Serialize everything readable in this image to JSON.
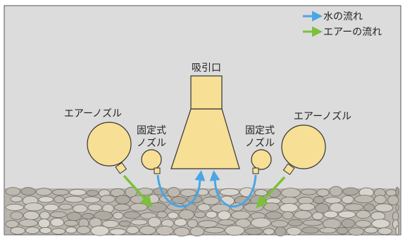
{
  "legend": {
    "water_label": "水の流れ",
    "air_label": "エアーの流れ"
  },
  "labels": {
    "intake": "吸引口",
    "air_nozzle_left": "エアーノズル",
    "air_nozzle_right": "エアーノズル",
    "fixed_nozzle_left_line1": "固定式",
    "fixed_nozzle_left_line2": "ノズル",
    "fixed_nozzle_right_line1": "固定式",
    "fixed_nozzle_right_line2": "ノズル"
  },
  "colors": {
    "background": "#dcdcdc",
    "nozzle_fill": "#f7df95",
    "outline": "#333333",
    "water_arrow": "#4aa6e4",
    "air_arrow": "#7dbf3a",
    "gravel_fill": "#c9c6bf",
    "gravel_dark": "#8c8880"
  }
}
